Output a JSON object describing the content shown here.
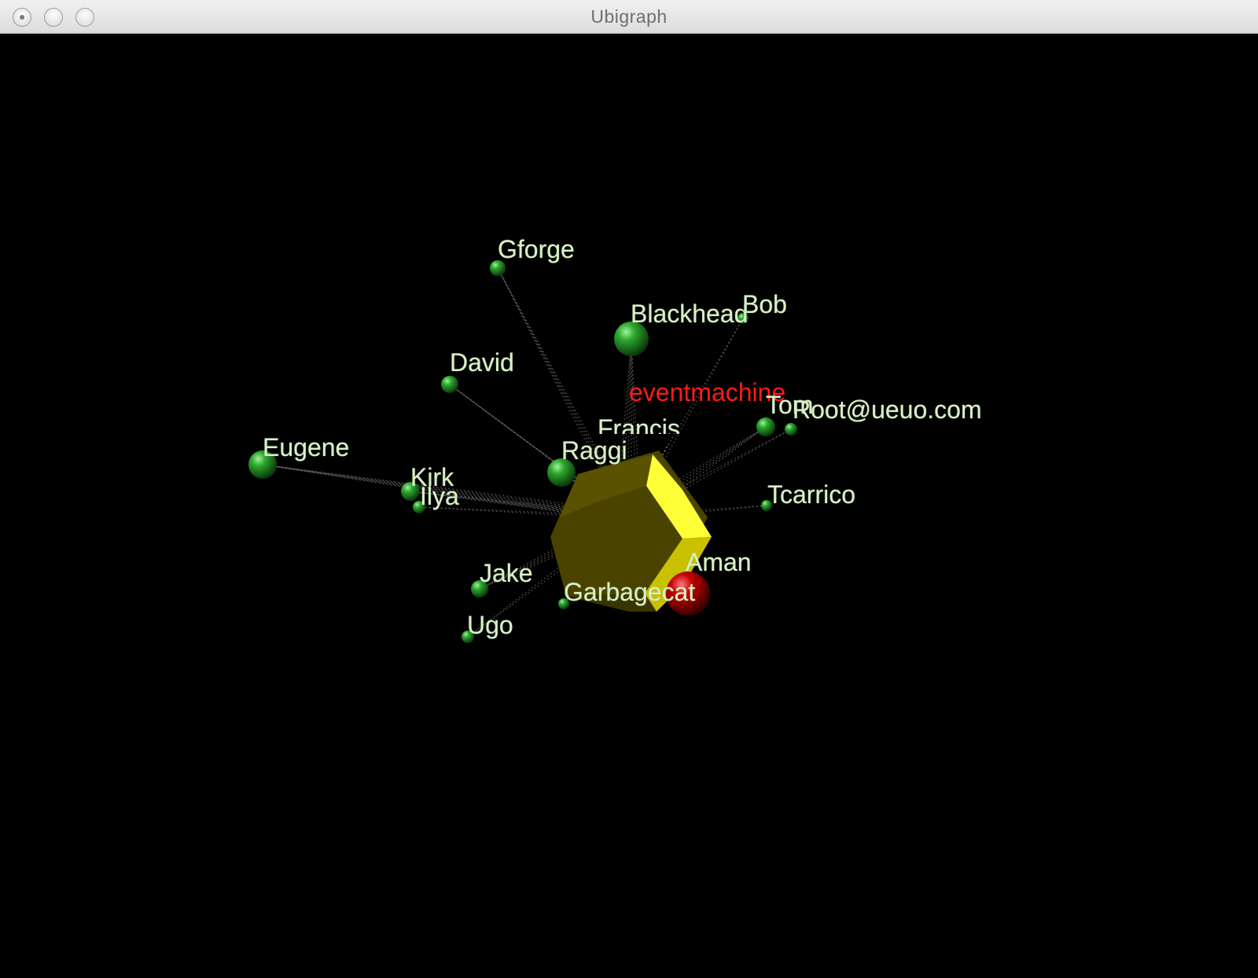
{
  "window": {
    "title": "Ubigraph"
  },
  "graph": {
    "hub": {
      "label": "eventmachine",
      "color": "#ff1a1a",
      "shape": "yellow dodecahedron"
    },
    "nodes": [
      {
        "label": "Gforge"
      },
      {
        "label": "Blackhead"
      },
      {
        "label": "Bob"
      },
      {
        "label": "David"
      },
      {
        "label": "Tom"
      },
      {
        "label": "Root@ueuo.com"
      },
      {
        "label": "Francis"
      },
      {
        "label": "Raggi"
      },
      {
        "label": "Eugene"
      },
      {
        "label": "Kirk"
      },
      {
        "label": "Ilya"
      },
      {
        "label": "Tcarrico"
      },
      {
        "label": "Aman"
      },
      {
        "label": "Jake"
      },
      {
        "label": "Garbagecat"
      },
      {
        "label": "Ugo"
      }
    ],
    "colors": {
      "background": "#000000",
      "node_sphere": "#1d8a1d",
      "highlight_sphere": "#b10000",
      "hub_face": "#ffff33",
      "edge": "#8a8a8a",
      "label_text": "#d8f0c6"
    }
  }
}
